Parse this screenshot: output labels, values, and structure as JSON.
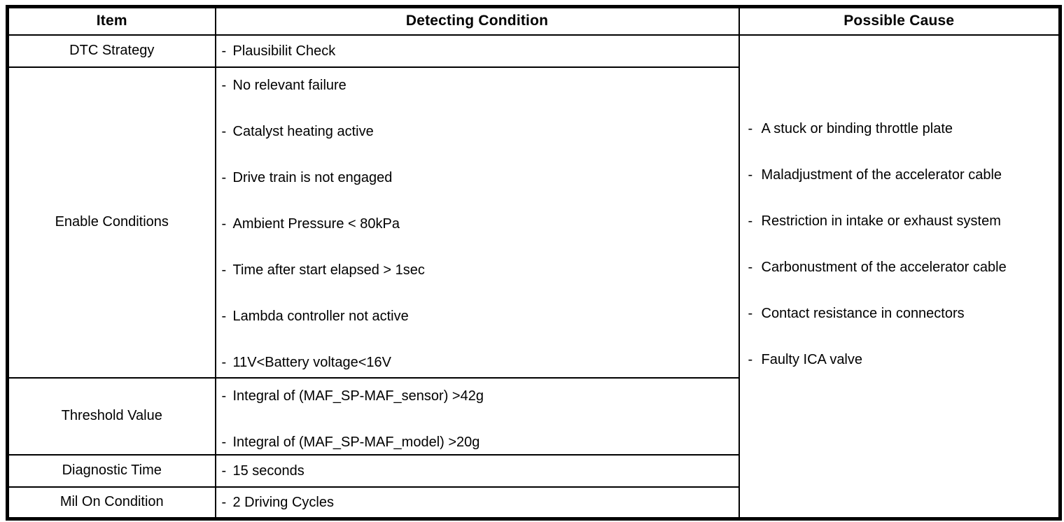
{
  "table": {
    "bullet": "-",
    "headers": {
      "item": "Item",
      "detecting_condition": "Detecting Condition",
      "possible_cause": "Possible Cause"
    },
    "rows": [
      {
        "item": "DTC Strategy",
        "conditions": [
          "Plausibilit Check"
        ]
      },
      {
        "item": "Enable Conditions",
        "conditions": [
          "No relevant failure",
          "Catalyst heating active",
          "Drive train is not engaged",
          "Ambient Pressure < 80kPa",
          "Time after start elapsed > 1sec",
          "Lambda controller not active",
          "11V<Battery voltage<16V"
        ]
      },
      {
        "item": "Threshold Value",
        "conditions": [
          "Integral of (MAF_SP-MAF_sensor) >42g",
          "Integral of (MAF_SP-MAF_model) >20g"
        ]
      },
      {
        "item": "Diagnostic Time",
        "conditions": [
          "15 seconds"
        ]
      },
      {
        "item": "Mil On Condition",
        "conditions": [
          "2 Driving Cycles"
        ]
      }
    ],
    "possible_causes": [
      "A stuck or binding throttle plate",
      "Maladjustment of the accelerator cable",
      "Restriction in intake or exhaust system",
      "Carbonustment of the accelerator cable",
      "Contact resistance in connectors",
      "Faulty ICA valve"
    ]
  }
}
